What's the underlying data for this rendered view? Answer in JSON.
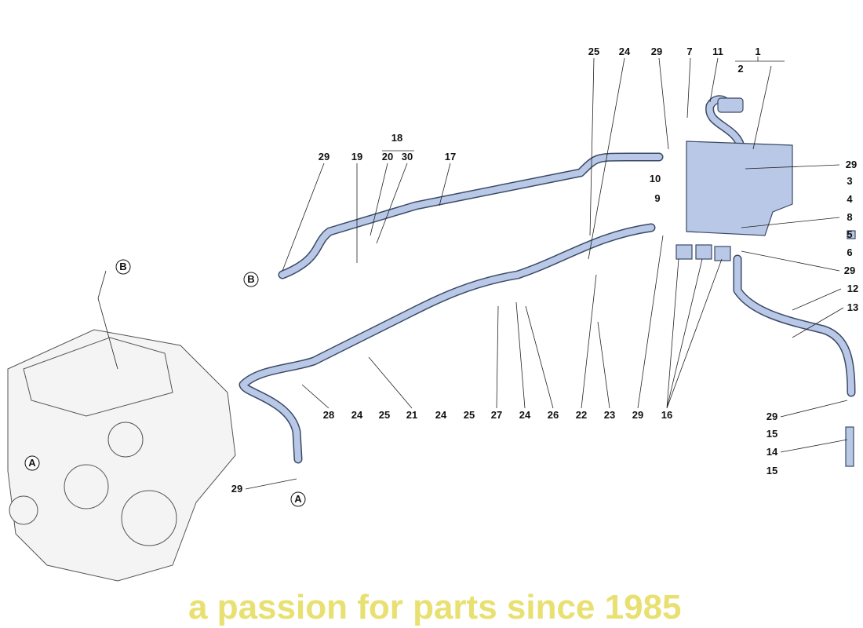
{
  "diagram": {
    "callouts": [
      "25",
      "24",
      "29",
      "7",
      "11",
      "1",
      "2",
      "29",
      "3",
      "4",
      "10",
      "9",
      "8",
      "5",
      "6",
      "29",
      "12",
      "13",
      "29",
      "19",
      "20",
      "30",
      "18",
      "17",
      "B",
      "B",
      "28",
      "24",
      "25",
      "21",
      "24",
      "25",
      "27",
      "24",
      "26",
      "22",
      "23",
      "29",
      "16",
      "29",
      "15",
      "14",
      "15",
      "29",
      "A",
      "A"
    ],
    "watermark": "a passion for parts since 1985",
    "colors": {
      "part_fill": "#b9c8e6",
      "outline": "#3a4a66",
      "watermark": "#f3ef9a"
    }
  }
}
